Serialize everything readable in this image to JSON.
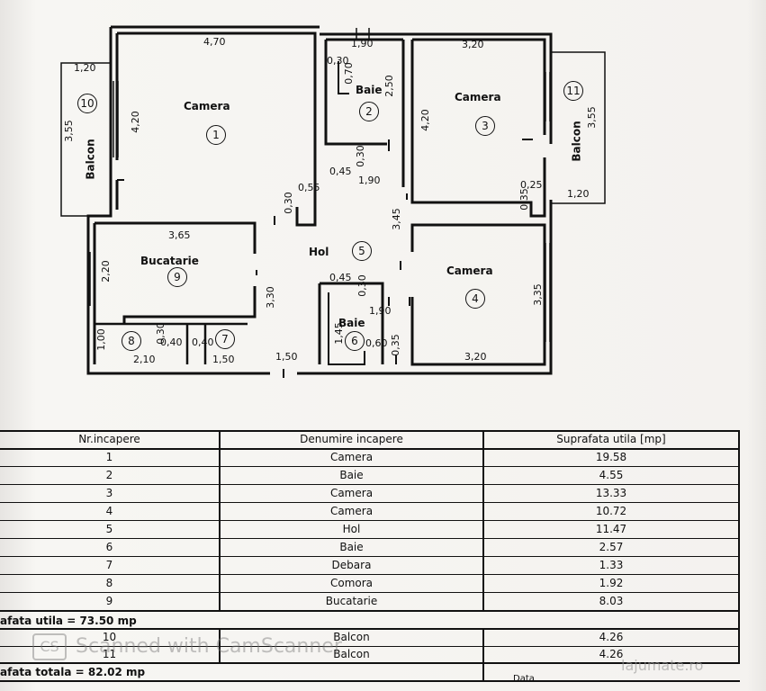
{
  "floorplan": {
    "rooms": [
      {
        "id": "1",
        "name": "Camera"
      },
      {
        "id": "2",
        "name": "Baie"
      },
      {
        "id": "3",
        "name": "Camera"
      },
      {
        "id": "4",
        "name": "Camera"
      },
      {
        "id": "5",
        "name": "Hol"
      },
      {
        "id": "6",
        "name": "Baie"
      },
      {
        "id": "7",
        "name": ""
      },
      {
        "id": "8",
        "name": ""
      },
      {
        "id": "9",
        "name": "Bucatarie"
      },
      {
        "id": "10",
        "name": "Balcon"
      },
      {
        "id": "11",
        "name": "Balcon"
      }
    ],
    "dims": [
      "4,70",
      "1,90",
      "3,20",
      "1,20",
      "3,55",
      "4,20",
      "0,30",
      "0,70",
      "2,50",
      "4,20",
      "3,55",
      "0,45",
      "0,30",
      "1,90",
      "0,55",
      "0,30",
      "0,25",
      "0,35",
      "1,20",
      "3,65",
      "3,45",
      "2,20",
      "0,45",
      "0,30",
      "3,30",
      "1,90",
      "3,35",
      "1,45",
      "0,60",
      "0,35",
      "0,30",
      "0,40",
      "0,40",
      "1,00",
      "2,10",
      "1,50",
      "1,50",
      "3,20"
    ]
  },
  "table": {
    "headers": [
      "Nr.incapere",
      "Denumire incapere",
      "Suprafata utila [mp]"
    ],
    "rows": [
      [
        "1",
        "Camera",
        "19.58"
      ],
      [
        "2",
        "Baie",
        "4.55"
      ],
      [
        "3",
        "Camera",
        "13.33"
      ],
      [
        "4",
        "Camera",
        "10.72"
      ],
      [
        "5",
        "Hol",
        "11.47"
      ],
      [
        "6",
        "Baie",
        "2.57"
      ],
      [
        "7",
        "Debara",
        "1.33"
      ],
      [
        "8",
        "Comora",
        "1.92"
      ],
      [
        "9",
        "Bucatarie",
        "8.03"
      ]
    ],
    "subtotal": "afata utila = 73.50 mp",
    "balcony_rows": [
      [
        "10",
        "Balcon",
        "4.26"
      ],
      [
        "11",
        "Balcon",
        "4.26"
      ]
    ],
    "total": "afata totala = 82.02 mp",
    "partial_text": "Data"
  },
  "watermarks": {
    "scanner": "Scanned with CamScanner",
    "scanner_badge": "CS",
    "site": "lajumate.ro"
  }
}
